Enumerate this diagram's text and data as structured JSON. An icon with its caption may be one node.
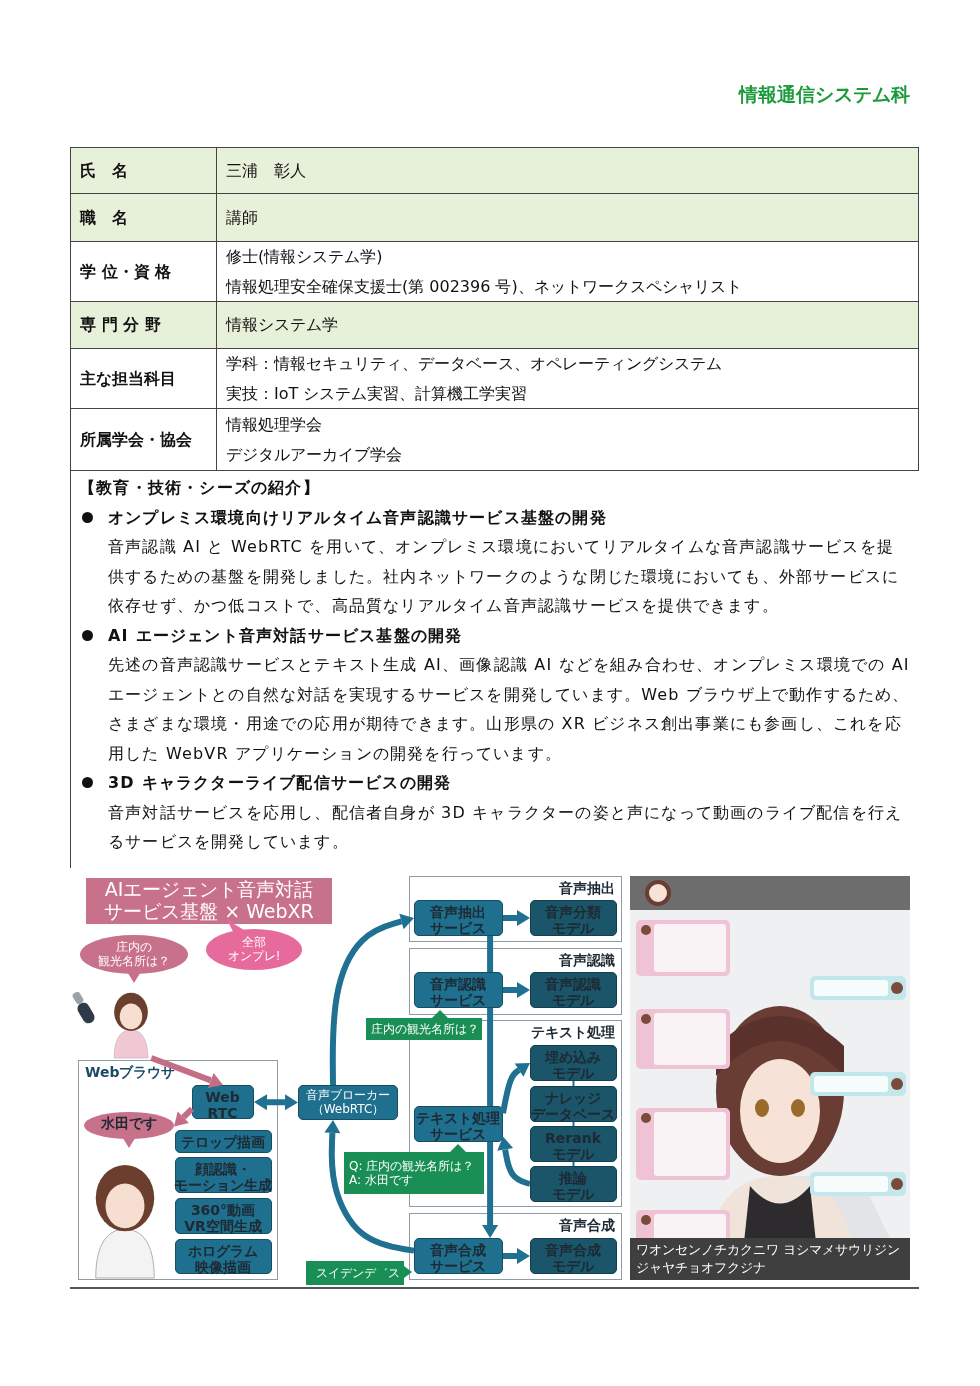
{
  "diagram": {
    "nodes": [
      {
        "text": [
          "AIエージェント音声対話サービス基盤 × WebXR"
        ]
      },
      {
        "text": [
          "庄内の観光名所は？"
        ]
      },
      {
        "text": [
          "全部オンプレ!"
        ]
      },
      {
        "text": [],
        "shape": "person"
      },
      {
        "text": [
          "Webブラウザ"
        ]
      },
      {
        "text": [
          "Web RTC"
        ],
        "in": 4
      },
      {
        "text": [
          "水田です"
        ],
        "in": 4
      },
      {
        "text": [],
        "shape": "person",
        "in": 4
      },
      {
        "text": [
          "テロップ描画"
        ],
        "in": 4
      },
      {
        "text": [
          "顔認識・モーション生成"
        ],
        "in": 4
      },
      {
        "text": [
          "360°動画VR空間生成"
        ],
        "in": 4
      },
      {
        "text": [
          "ホログラム映像描画"
        ],
        "in": 4
      },
      {
        "text": [
          "音声ブローカー（WebRTC）"
        ]
      },
      {
        "text": [
          "音声抽出"
        ]
      },
      {
        "text": [
          "音声抽出サービス"
        ],
        "in": 13
      },
      {
        "text": [
          "音声分類モデル"
        ],
        "in": 13
      },
      {
        "text": [
          "音声認識"
        ]
      },
      {
        "text": [
          "音声認識サービス"
        ],
        "in": 16
      },
      {
        "text": [
          "音声認識モデル"
        ],
        "in": 16
      },
      {
        "text": [
          "テキスト処理"
        ]
      },
      {
        "text": [
          "テキスト処理サービス"
        ],
        "in": 19
      },
      {
        "text": [
          "埋め込みモデル"
        ],
        "in": 19
      },
      {
        "text": [
          "ナレッジデータベース"
        ],
        "in": 19
      },
      {
        "text": [
          "Rerankモデル"
        ],
        "in": 19
      },
      {
        "text": [
          "推論モデル"
        ],
        "in": 19
      },
      {
        "text": [
          "音声合成"
        ]
      },
      {
        "text": [
          "音声合成サービス"
        ],
        "in": 25
      },
      {
        "text": [
          "音声合成モデル"
        ],
        "in": 25
      },
      {
        "text": [
          "庄内の観光名所は？"
        ]
      },
      {
        "text": [
          "Q: 庄内の観光名所は？",
          "A: 水田です"
        ]
      },
      {
        "text": [
          "スイデンデ゛ス"
        ]
      }
    ],
    "edges": [
      {
        "from": 3,
        "to": 5,
        "arrow": "to",
        "color": "#c46d87"
      },
      {
        "from": 5,
        "to": 6,
        "arrow": "to",
        "color": "#c46d87"
      },
      {
        "from": 5,
        "to": 12,
        "arrow": "both"
      },
      {
        "from": 12,
        "to": 14,
        "arrow": "to"
      },
      {
        "from": 14,
        "to": 15,
        "arrow": "to"
      },
      {
        "from": 14,
        "to": 17,
        "arrow": "none"
      },
      {
        "from": 17,
        "to": 18,
        "arrow": "to"
      },
      {
        "from": 17,
        "to": 20,
        "arrow": "none"
      },
      {
        "from": 20,
        "to": 21,
        "arrow": "to"
      },
      {
        "from": 21,
        "to": 22,
        "arrow": "none"
      },
      {
        "from": 22,
        "to": 23,
        "arrow": "none"
      },
      {
        "from": 23,
        "to": 24,
        "arrow": "none"
      },
      {
        "from": 24,
        "to": 20,
        "arrow": "to"
      },
      {
        "from": 20,
        "to": 26,
        "arrow": "to"
      },
      {
        "from": 26,
        "to": 27,
        "arrow": "to"
      },
      {
        "from": 26,
        "to": 12,
        "arrow": "to"
      }
    ],
    "labels": [
      "情報通信システム科",
      "氏　名",
      "三浦　彰人",
      "職　名",
      "講師",
      "学 位・資 格",
      "修士(情報システム学)",
      "情報処理安全確保支援士(第 002396 号)、ネットワークスペシャリスト",
      "専 門 分 野",
      "情報システム学",
      "主な担当科目",
      "学科：情報セキュリティ、データベース、オペレーティングシステム",
      "実技：IoT システム実習、計算機工学実習",
      "所属学会・協会",
      "情報処理学会",
      "デジタルアーカイブ学会",
      "【教育・技術・シーズの紹介】",
      "オンプレミス環境向けリアルタイム音声認識サービス基盤の開発",
      "音声認識 AI と WebRTC を用いて、オンプレミス環境においてリアルタイムな音声認識サービスを提供するための基盤を開発しました。社内ネットワークのような閉じた環境においても、外部サービスに依存せず、かつ低コストで、高品質なリアルタイム音声認識サービスを提供できます。",
      "AI エージェント音声対話サービス基盤の開発",
      "先述の音声認識サービスとテキスト生成 AI、画像認識 AI などを組み合わせ、オンプレミス環境での AI エージェントとの自然な対話を実現するサービスを開発しています。Web ブラウザ上で動作するため、さまざまな環境・用途での応用が期待できます。山形県の XR ビジネス創出事業にも参画し、これを応用した WebVR アプリケーションの開発を行っています。",
      "3D キャラクターライブ配信サービスの開発",
      "音声対話サービスを応用し、配信者自身が 3D キャラクターの姿と声になって動画のライブ配信を行えるサービスを開発しています。",
      "ワオンセンノチカクニワ ヨシマメサウリジンジャヤチョオフクジナ"
    ]
  }
}
